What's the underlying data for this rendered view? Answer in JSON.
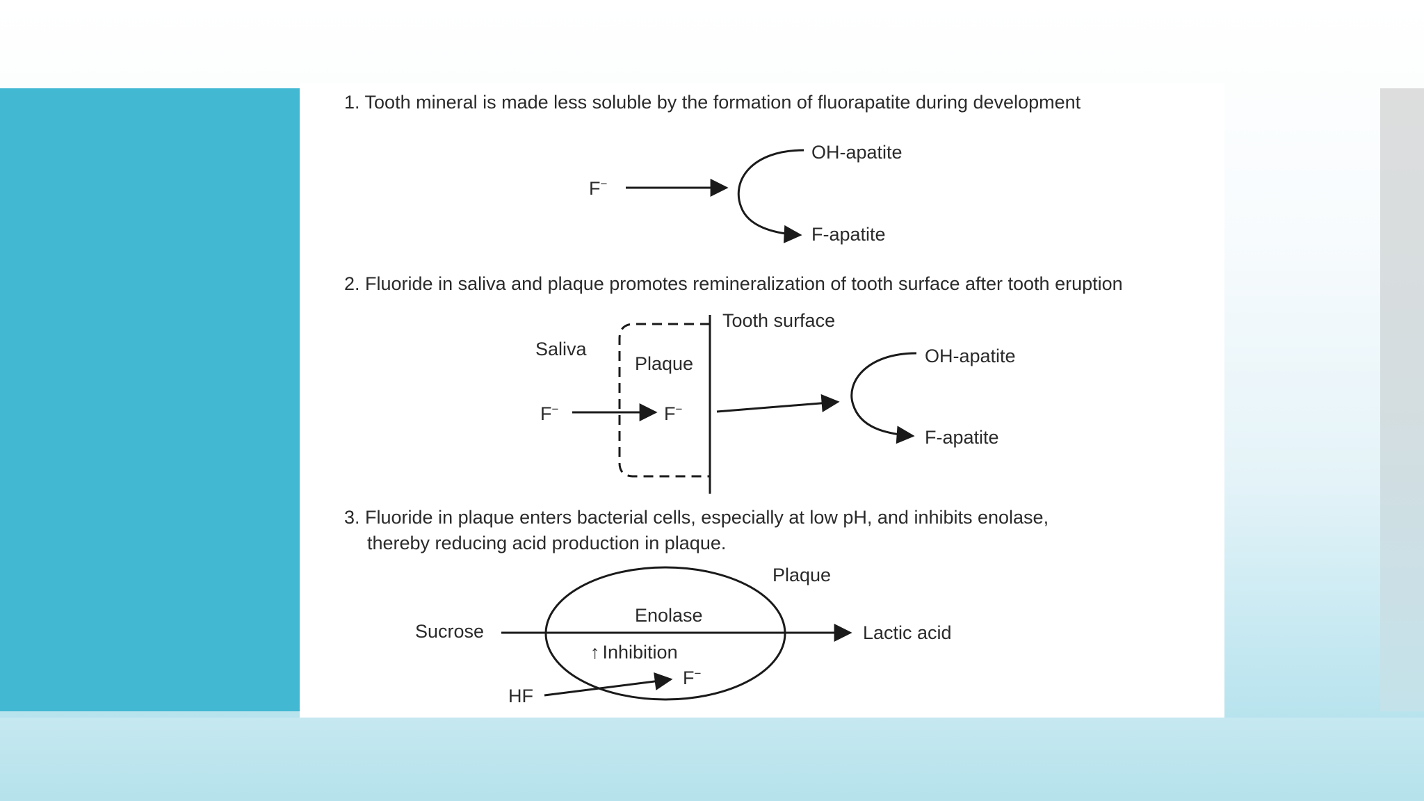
{
  "slide": {
    "colors": {
      "left_panel": "#42b8d2",
      "right_panel": "#dddddd",
      "figure_background": "#ffffff",
      "ink": "#2a2a2a"
    }
  },
  "figure": {
    "section1": {
      "caption": "1. Tooth mineral is made less soluble by the formation of fluorapatite during development",
      "fluoride": "F",
      "fluoride_charge": "−",
      "product_top": "OH-apatite",
      "product_bottom": "F-apatite"
    },
    "section2": {
      "caption": "2. Fluoride in saliva and plaque promotes remineralization of tooth surface after tooth eruption",
      "saliva": "Saliva",
      "plaque": "Plaque",
      "tooth_surface": "Tooth surface",
      "fluoride": "F",
      "fluoride_charge": "−",
      "fluoride_inner": "F",
      "fluoride_inner_charge": "−",
      "product_top": "OH-apatite",
      "product_bottom": "F-apatite"
    },
    "section3": {
      "caption_line1": "3. Fluoride in plaque enters bacterial cells, especially at low pH, and inhibits enolase,",
      "caption_line2": "thereby reducing acid production in plaque.",
      "plaque": "Plaque",
      "sucrose": "Sucrose",
      "enolase": "Enolase",
      "lactic_acid": "Lactic acid",
      "inhibition_arrow": "↑",
      "inhibition": "Inhibition",
      "hf": "HF",
      "fluoride": "F",
      "fluoride_charge": "−"
    }
  }
}
